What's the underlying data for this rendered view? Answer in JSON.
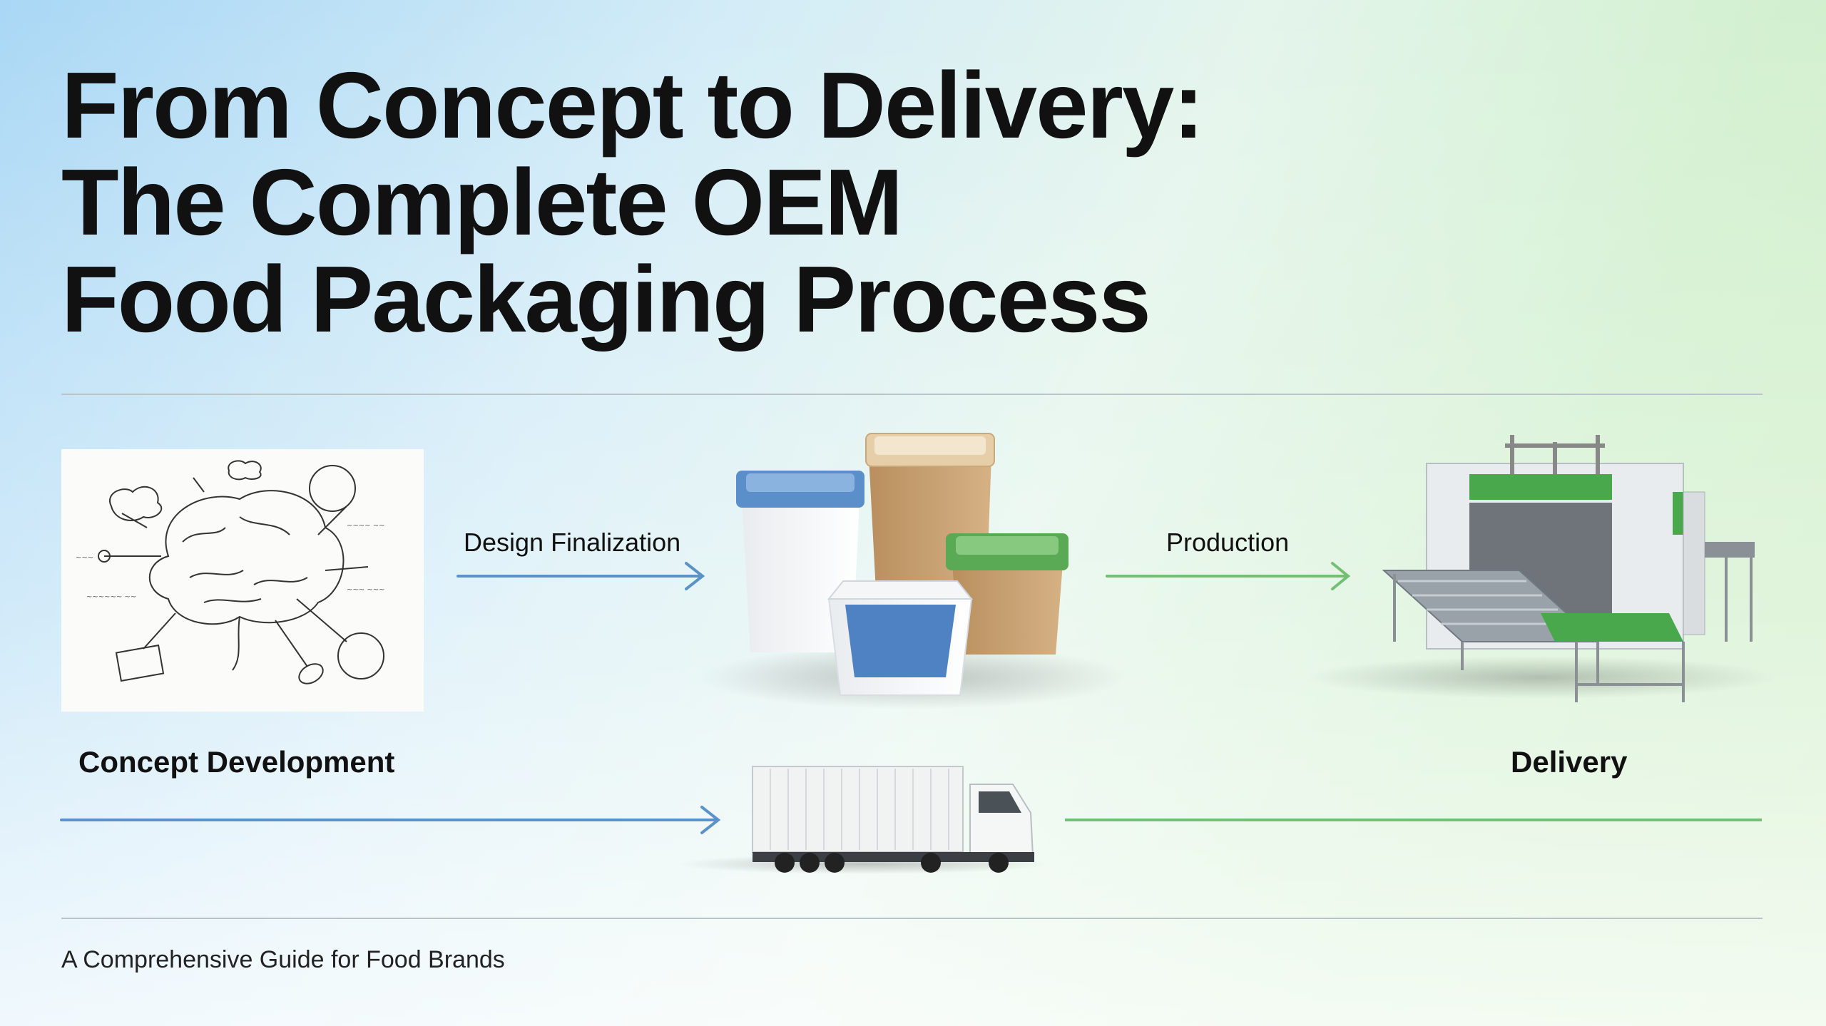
{
  "title": {
    "line1": "From Concept to Delivery:",
    "line2": "The Complete OEM",
    "line3": "Food Packaging Process"
  },
  "steps": {
    "design": "Design Finalization",
    "production": "Production",
    "concept": "Concept Development",
    "delivery": "Delivery"
  },
  "subtitle": "A Comprehensive Guide for Food Brands",
  "colors": {
    "blue_arrow": "#5b93c8",
    "green_arrow": "#74bf73",
    "machine_green": "#4aa84c"
  }
}
